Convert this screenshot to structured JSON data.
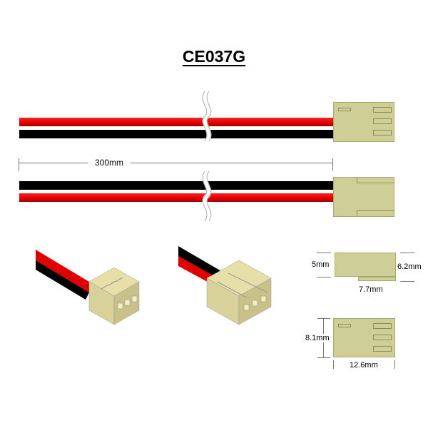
{
  "title": "CE037G",
  "colors": {
    "wire_red": "#e00000",
    "wire_black": "#000000",
    "connector": "#cdcf96",
    "connector_border": "#a8a870"
  },
  "dimensions": {
    "cable_length": "300mm",
    "side_height_left": "5mm",
    "side_height_right": "6.2mm",
    "side_depth": "7.7mm",
    "front_height": "8.1mm",
    "front_width": "12.6mm"
  },
  "views": [
    {
      "name": "top-view",
      "wires": [
        "red",
        "black"
      ]
    },
    {
      "name": "bottom-view",
      "wires": [
        "black",
        "red"
      ]
    },
    {
      "name": "isometric-front"
    },
    {
      "name": "isometric-back"
    },
    {
      "name": "side-profile"
    },
    {
      "name": "front-profile"
    }
  ]
}
